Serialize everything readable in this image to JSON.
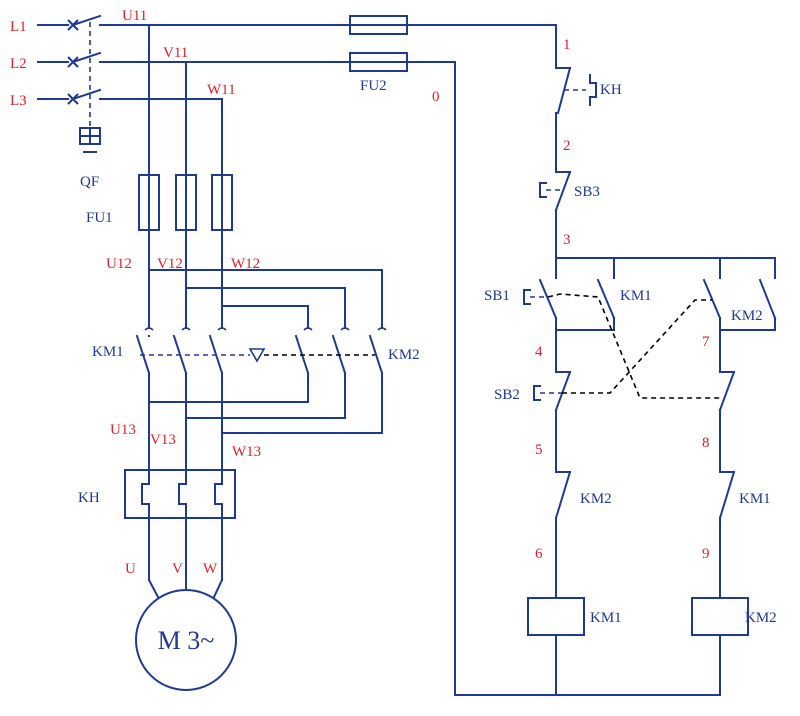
{
  "lines": {
    "l1": "L1",
    "l2": "L2",
    "l3": "L3"
  },
  "nodes_main": {
    "u11": "U11",
    "v11": "V11",
    "w11": "W11",
    "u12": "U12",
    "v12": "V12",
    "w12": "W12",
    "u13": "U13",
    "v13": "V13",
    "w13": "W13",
    "u": "U",
    "v": "V",
    "w": "W"
  },
  "nodes_control": {
    "n0": "0",
    "n1": "1",
    "n2": "2",
    "n3": "3",
    "n4": "4",
    "n5": "5",
    "n6": "6",
    "n7": "7",
    "n8": "8",
    "n9": "9"
  },
  "components": {
    "qf": "QF",
    "fu1": "FU1",
    "fu2": "FU2",
    "km1": "KM1",
    "km2": "KM2",
    "kh": "KH",
    "sb1": "SB1",
    "sb2": "SB2",
    "sb3": "SB3",
    "motor": "M 3~"
  },
  "colors": {
    "wire": "#1f3a93",
    "label": "#e0202a",
    "link": "#000000"
  }
}
